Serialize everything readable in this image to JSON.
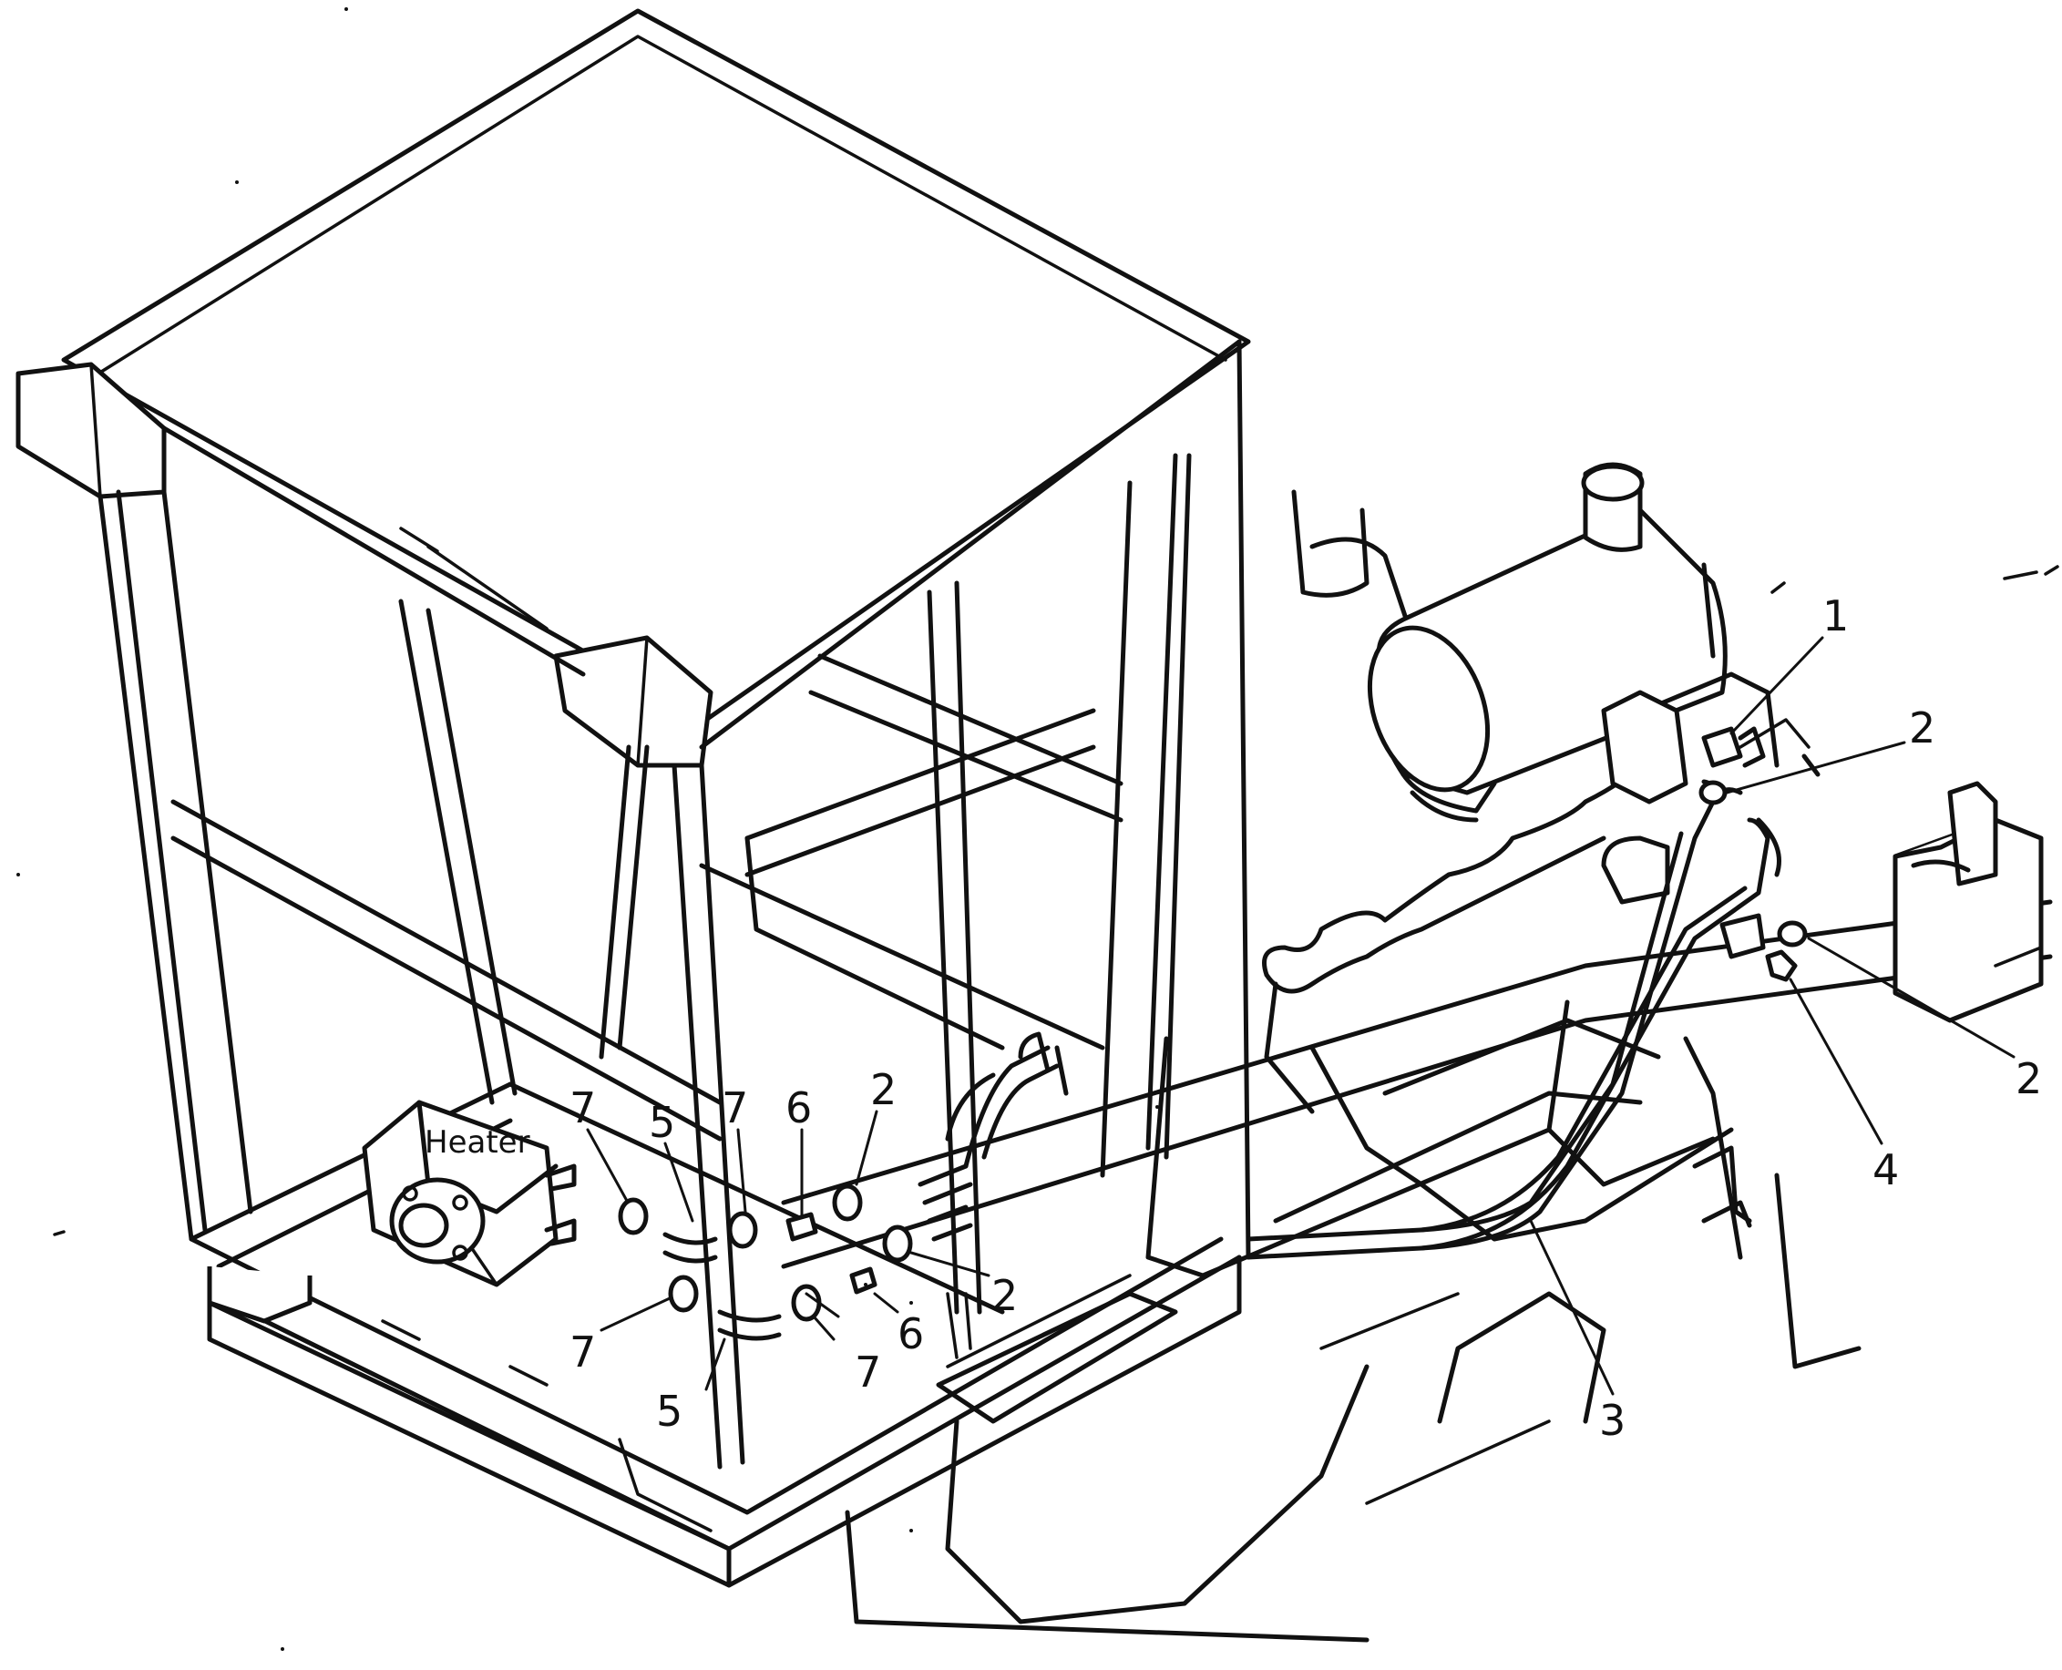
{
  "diagram": {
    "component_label": "Heater",
    "callouts": {
      "c1": "1",
      "c2a": "2",
      "c2b": "2",
      "c2c": "2",
      "c2d": "2",
      "c3": "3",
      "c4": "4",
      "c5a": "5",
      "c5b": "5",
      "c6a": "6",
      "c6b": "6",
      "c7a": "7",
      "c7b": "7",
      "c7c": "7",
      "c7d": "7"
    }
  }
}
